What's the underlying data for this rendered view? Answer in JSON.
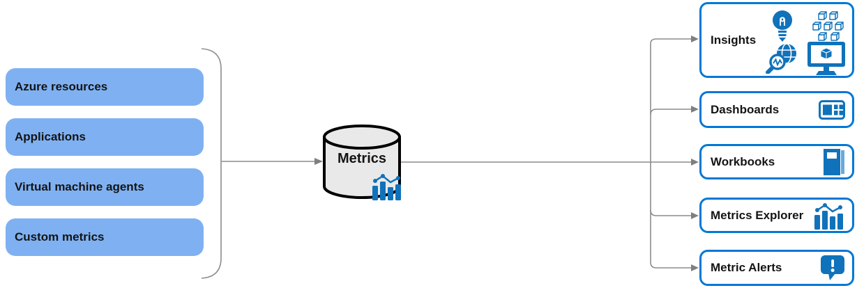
{
  "diagram": {
    "sources": [
      {
        "label": "Azure resources"
      },
      {
        "label": "Applications"
      },
      {
        "label": "Virtual machine agents"
      },
      {
        "label": "Custom metrics"
      }
    ],
    "hub": {
      "label": "Metrics",
      "icon": "bar-chart-icon"
    },
    "destinations": [
      {
        "label": "Insights",
        "icons": [
          "lightbulb-icon",
          "cubes-icon",
          "globe-search-icon",
          "monitor-cube-icon"
        ]
      },
      {
        "label": "Dashboards",
        "icons": [
          "dashboard-icon"
        ]
      },
      {
        "label": "Workbooks",
        "icons": [
          "workbook-icon"
        ]
      },
      {
        "label": "Metrics Explorer",
        "icons": [
          "bar-chart-icon"
        ]
      },
      {
        "label": "Metric Alerts",
        "icons": [
          "alert-bubble-icon"
        ]
      }
    ],
    "colors": {
      "source_fill": "#7FB1F2",
      "destination_border": "#0078D4",
      "icon_blue": "#1072BA",
      "connector_gray": "#8C8C8C",
      "cylinder_fill": "#E9E9E9",
      "cylinder_stroke": "#000000",
      "text": "#141414"
    }
  }
}
